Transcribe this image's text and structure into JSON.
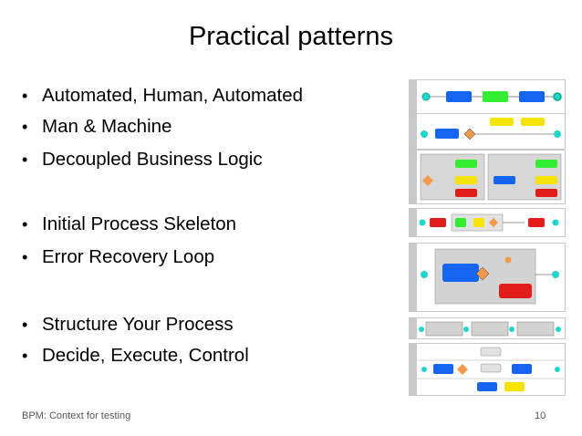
{
  "slide": {
    "title": "Practical patterns",
    "bullets": [
      "Automated, Human, Automated",
      "Man & Machine",
      "Decoupled Business Logic",
      "Initial Process Skeleton",
      "Error Recovery Loop",
      "Structure Your Process",
      "Decide, Execute, Control"
    ],
    "footer": "BPM: Context for testing",
    "page_number": "10"
  },
  "icons": {
    "bullet": "bullet-dot",
    "diagrams": "bpmn-process-diagram-thumbnail"
  },
  "colors": {
    "task_blue": "#1565f0",
    "task_green": "#33ee33",
    "task_yellow": "#f5e400",
    "task_red": "#e21b1b",
    "event_cyan": "#1fd6cc",
    "gateway_orange": "#f39a4a",
    "lane_gray": "#c9c9c9"
  }
}
